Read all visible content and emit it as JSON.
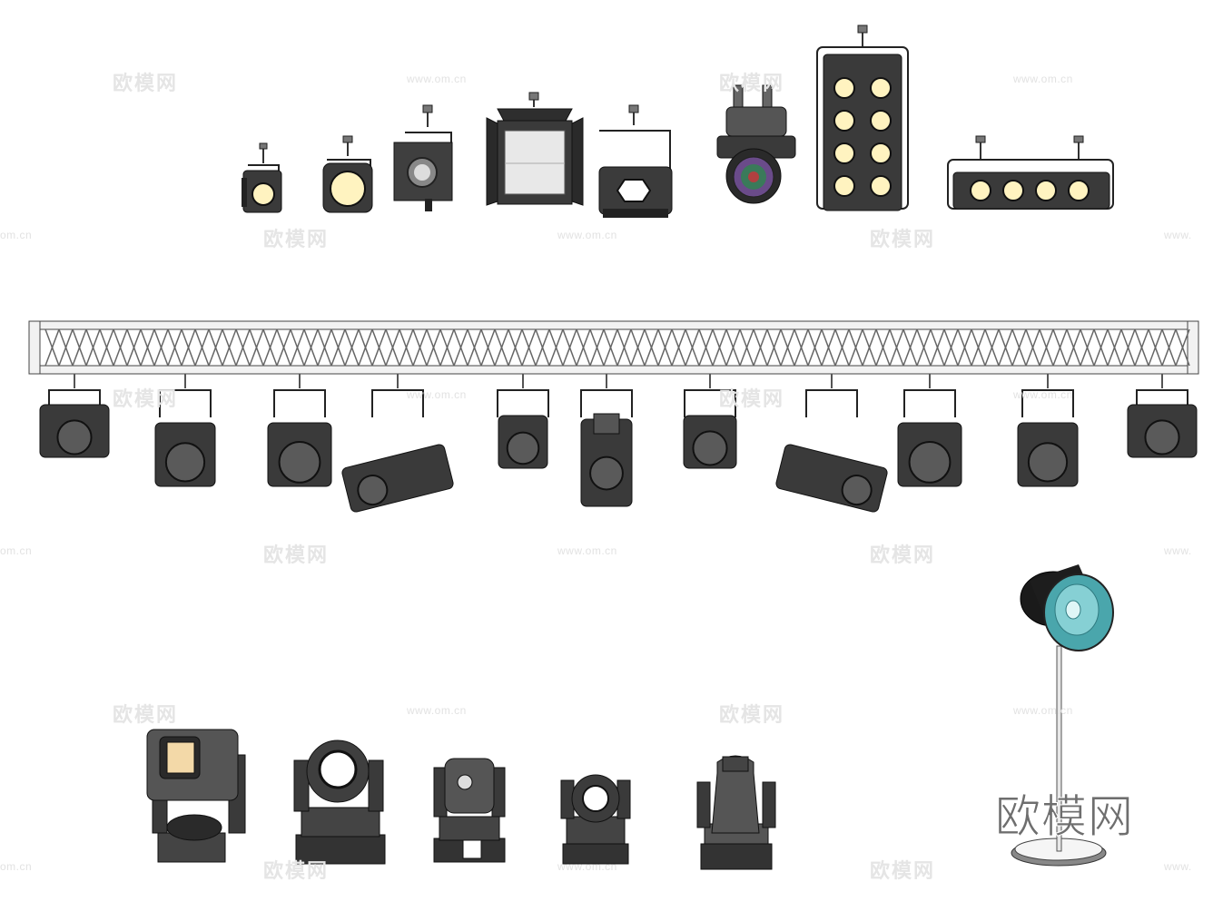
{
  "watermark": {
    "url_text": "www.om.cn",
    "url_text_cut": "om.cn",
    "url_text_cut_right": "www.",
    "brand_text": "欧模网"
  },
  "logo": {
    "text": "欧模网"
  },
  "colors": {
    "fixture_body": "#3a3a3a",
    "fixture_dark": "#1e1e1e",
    "fixture_mid": "#5a5a5a",
    "lens_warm": "#fff3c0",
    "lens_cool": "#4aa6ac",
    "truss": "#f2f2f2"
  }
}
